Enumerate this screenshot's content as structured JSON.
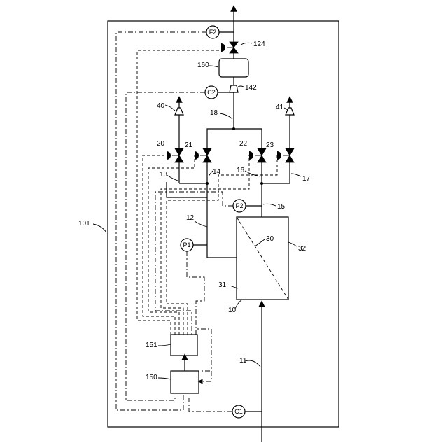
{
  "diagram": {
    "system_label": "101",
    "membrane_unit": {
      "module_label": "10",
      "membrane_label": "30",
      "feed_side_label": "31",
      "permeate_side_label": "32"
    },
    "controllers": {
      "control_unit": "150",
      "operation_unit": "151"
    },
    "tank": "160",
    "sensors": {
      "p1": "P1",
      "p2": "P2",
      "c1": "C1",
      "c2": "C2",
      "f2": "F2"
    },
    "lines": {
      "feed": "11",
      "concentrate": "12",
      "l13": "13",
      "l14": "14",
      "permeate": "15",
      "l16": "16",
      "l17": "17",
      "l18": "18"
    },
    "valves": {
      "v20": "20",
      "v21": "21",
      "v22": "22",
      "v23": "23",
      "v124": "124"
    },
    "outlets": {
      "o40": "40",
      "o41": "41",
      "o142": "142"
    }
  }
}
